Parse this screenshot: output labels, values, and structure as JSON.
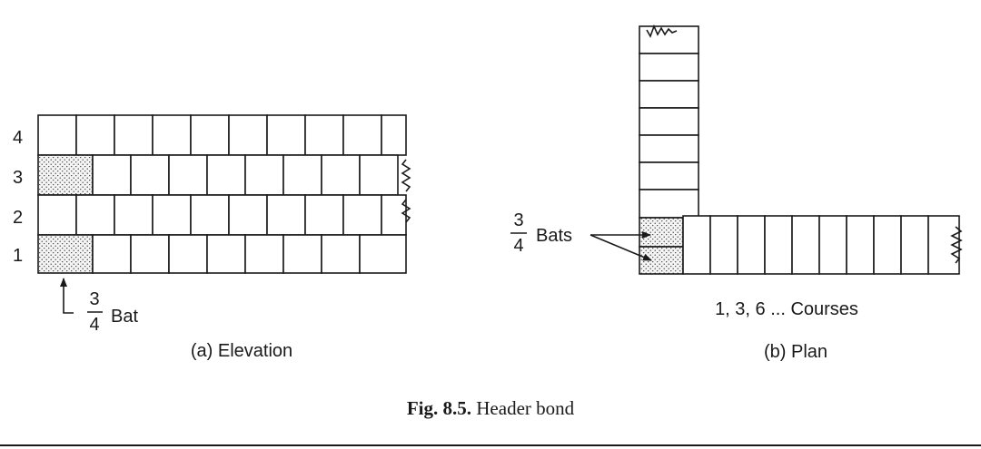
{
  "elevation": {
    "course_numbers": [
      "4",
      "3",
      "2",
      "1"
    ],
    "bat_fraction_num": "3",
    "bat_fraction_den": "4",
    "bat_label": "Bat",
    "title": "(a) Elevation"
  },
  "plan": {
    "bats_fraction_num": "3",
    "bats_fraction_den": "4",
    "bats_label": "Bats",
    "courses_label": "1, 3, 6 ... Courses",
    "title": "(b) Plan"
  },
  "caption": {
    "prefix": "Fig. 8.5.",
    "text": "Header bond"
  },
  "colors": {
    "ink": "#1a1a1a",
    "bat_fill": "stippled"
  }
}
